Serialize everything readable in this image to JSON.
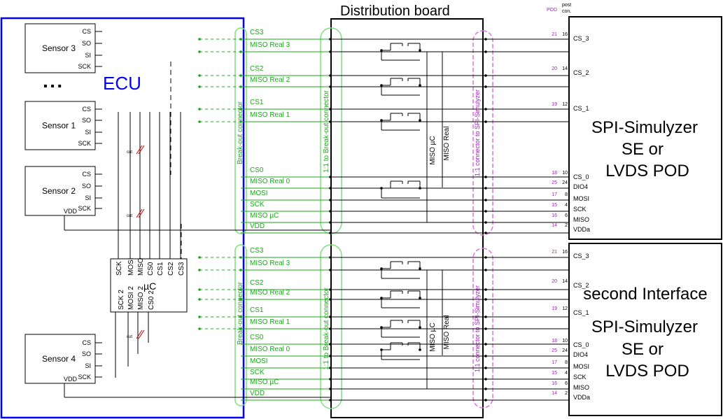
{
  "ecu_label": "ECU",
  "ellipsis": "▪ ▪ ▪",
  "board_title": "Distribution board",
  "pod_hdr": "POD",
  "post_hdr": "post",
  "con_hdr": "con.",
  "cut_label": "cut",
  "sensors": [
    {
      "name": "Sensor 3",
      "pins": [
        "CS",
        "SO",
        "SI",
        "SCK"
      ]
    },
    {
      "name": "Sensor 1",
      "pins": [
        "CS",
        "SO",
        "SI",
        "SCK"
      ]
    },
    {
      "name": "Sensor 2",
      "pins": [
        "CS",
        "SO",
        "SI",
        "SCK"
      ],
      "vdd": "VDD"
    },
    {
      "name": "Sensor 4",
      "pins": [
        "CS",
        "SO",
        "SI",
        "SCK"
      ],
      "vdd": "VDD"
    }
  ],
  "uc": {
    "label": "µC",
    "top_pins": [
      "SCK",
      "MOSI",
      "MISO",
      "CS0",
      "CS1",
      "CS2",
      "CS3"
    ],
    "bottom_pins": [
      "SCK 2",
      "MOSI 2",
      "MISO 2",
      "CS0 2"
    ]
  },
  "breakout_label": "Break-out connector",
  "breakout_11_label": "1:1 to Break-out connector",
  "spi_conn_label": "1:1 connector to SPI-Simulyzer",
  "spi_conn_label2": "1:1 connector to SPI-Simulyzer",
  "miso_uc_v": "MISO µC",
  "miso_real_v": "MISO Real",
  "upper_signals": [
    "CS3",
    "MISO Real 3",
    "CS2",
    "MISO Real 2",
    "CS1",
    "MISO Real 1",
    "CS0",
    "MISO Real 0",
    "MOSI",
    "SCK",
    "MISO µC",
    "VDD"
  ],
  "lower_signals": [
    "CS3",
    "MISO Real 3",
    "CS2",
    "MISO Real 2",
    "CS1",
    "MISO Real 1",
    "CS0",
    "MISO Real 0",
    "MOSI",
    "SCK",
    "MISO µC",
    "VDD"
  ],
  "upper_pins": [
    {
      "label": "CS_3",
      "pod": "21",
      "post": "16"
    },
    {
      "label": "CS_2",
      "pod": "20",
      "post": "14"
    },
    {
      "label": "CS_1",
      "pod": "19",
      "post": "12"
    },
    {
      "label": "CS_0",
      "pod": "18",
      "post": "10"
    },
    {
      "label": "DIO4",
      "pod": "25",
      "post": "24"
    },
    {
      "label": "MOSI",
      "pod": "17",
      "post": "8"
    },
    {
      "label": "SCK",
      "pod": "15",
      "post": "4"
    },
    {
      "label": "MISO",
      "pod": "16",
      "post": "6"
    },
    {
      "label": "VDDa",
      "pod": "14",
      "post": "2"
    }
  ],
  "lower_pins": [
    {
      "label": "CS_3",
      "pod": "21",
      "post": "16"
    },
    {
      "label": "CS_2",
      "pod": "20",
      "post": "14"
    },
    {
      "label": "CS_1",
      "pod": "19",
      "post": "12"
    },
    {
      "label": "CS_0",
      "pod": "18",
      "post": "10"
    },
    {
      "label": "DIO4",
      "pod": "25",
      "post": "24"
    },
    {
      "label": "MOSI",
      "pod": "17",
      "post": "8"
    },
    {
      "label": "SCK",
      "pod": "15",
      "post": "4"
    },
    {
      "label": "MISO",
      "pod": "16",
      "post": "6"
    },
    {
      "label": "VDDa",
      "pod": "14",
      "post": "2"
    }
  ],
  "spi_box1": [
    "SPI-Simulyzer",
    "SE or",
    "LVDS POD"
  ],
  "spi_box2": [
    "second Interface",
    "SPI-Simulyzer",
    "SE or",
    "LVDS POD"
  ]
}
